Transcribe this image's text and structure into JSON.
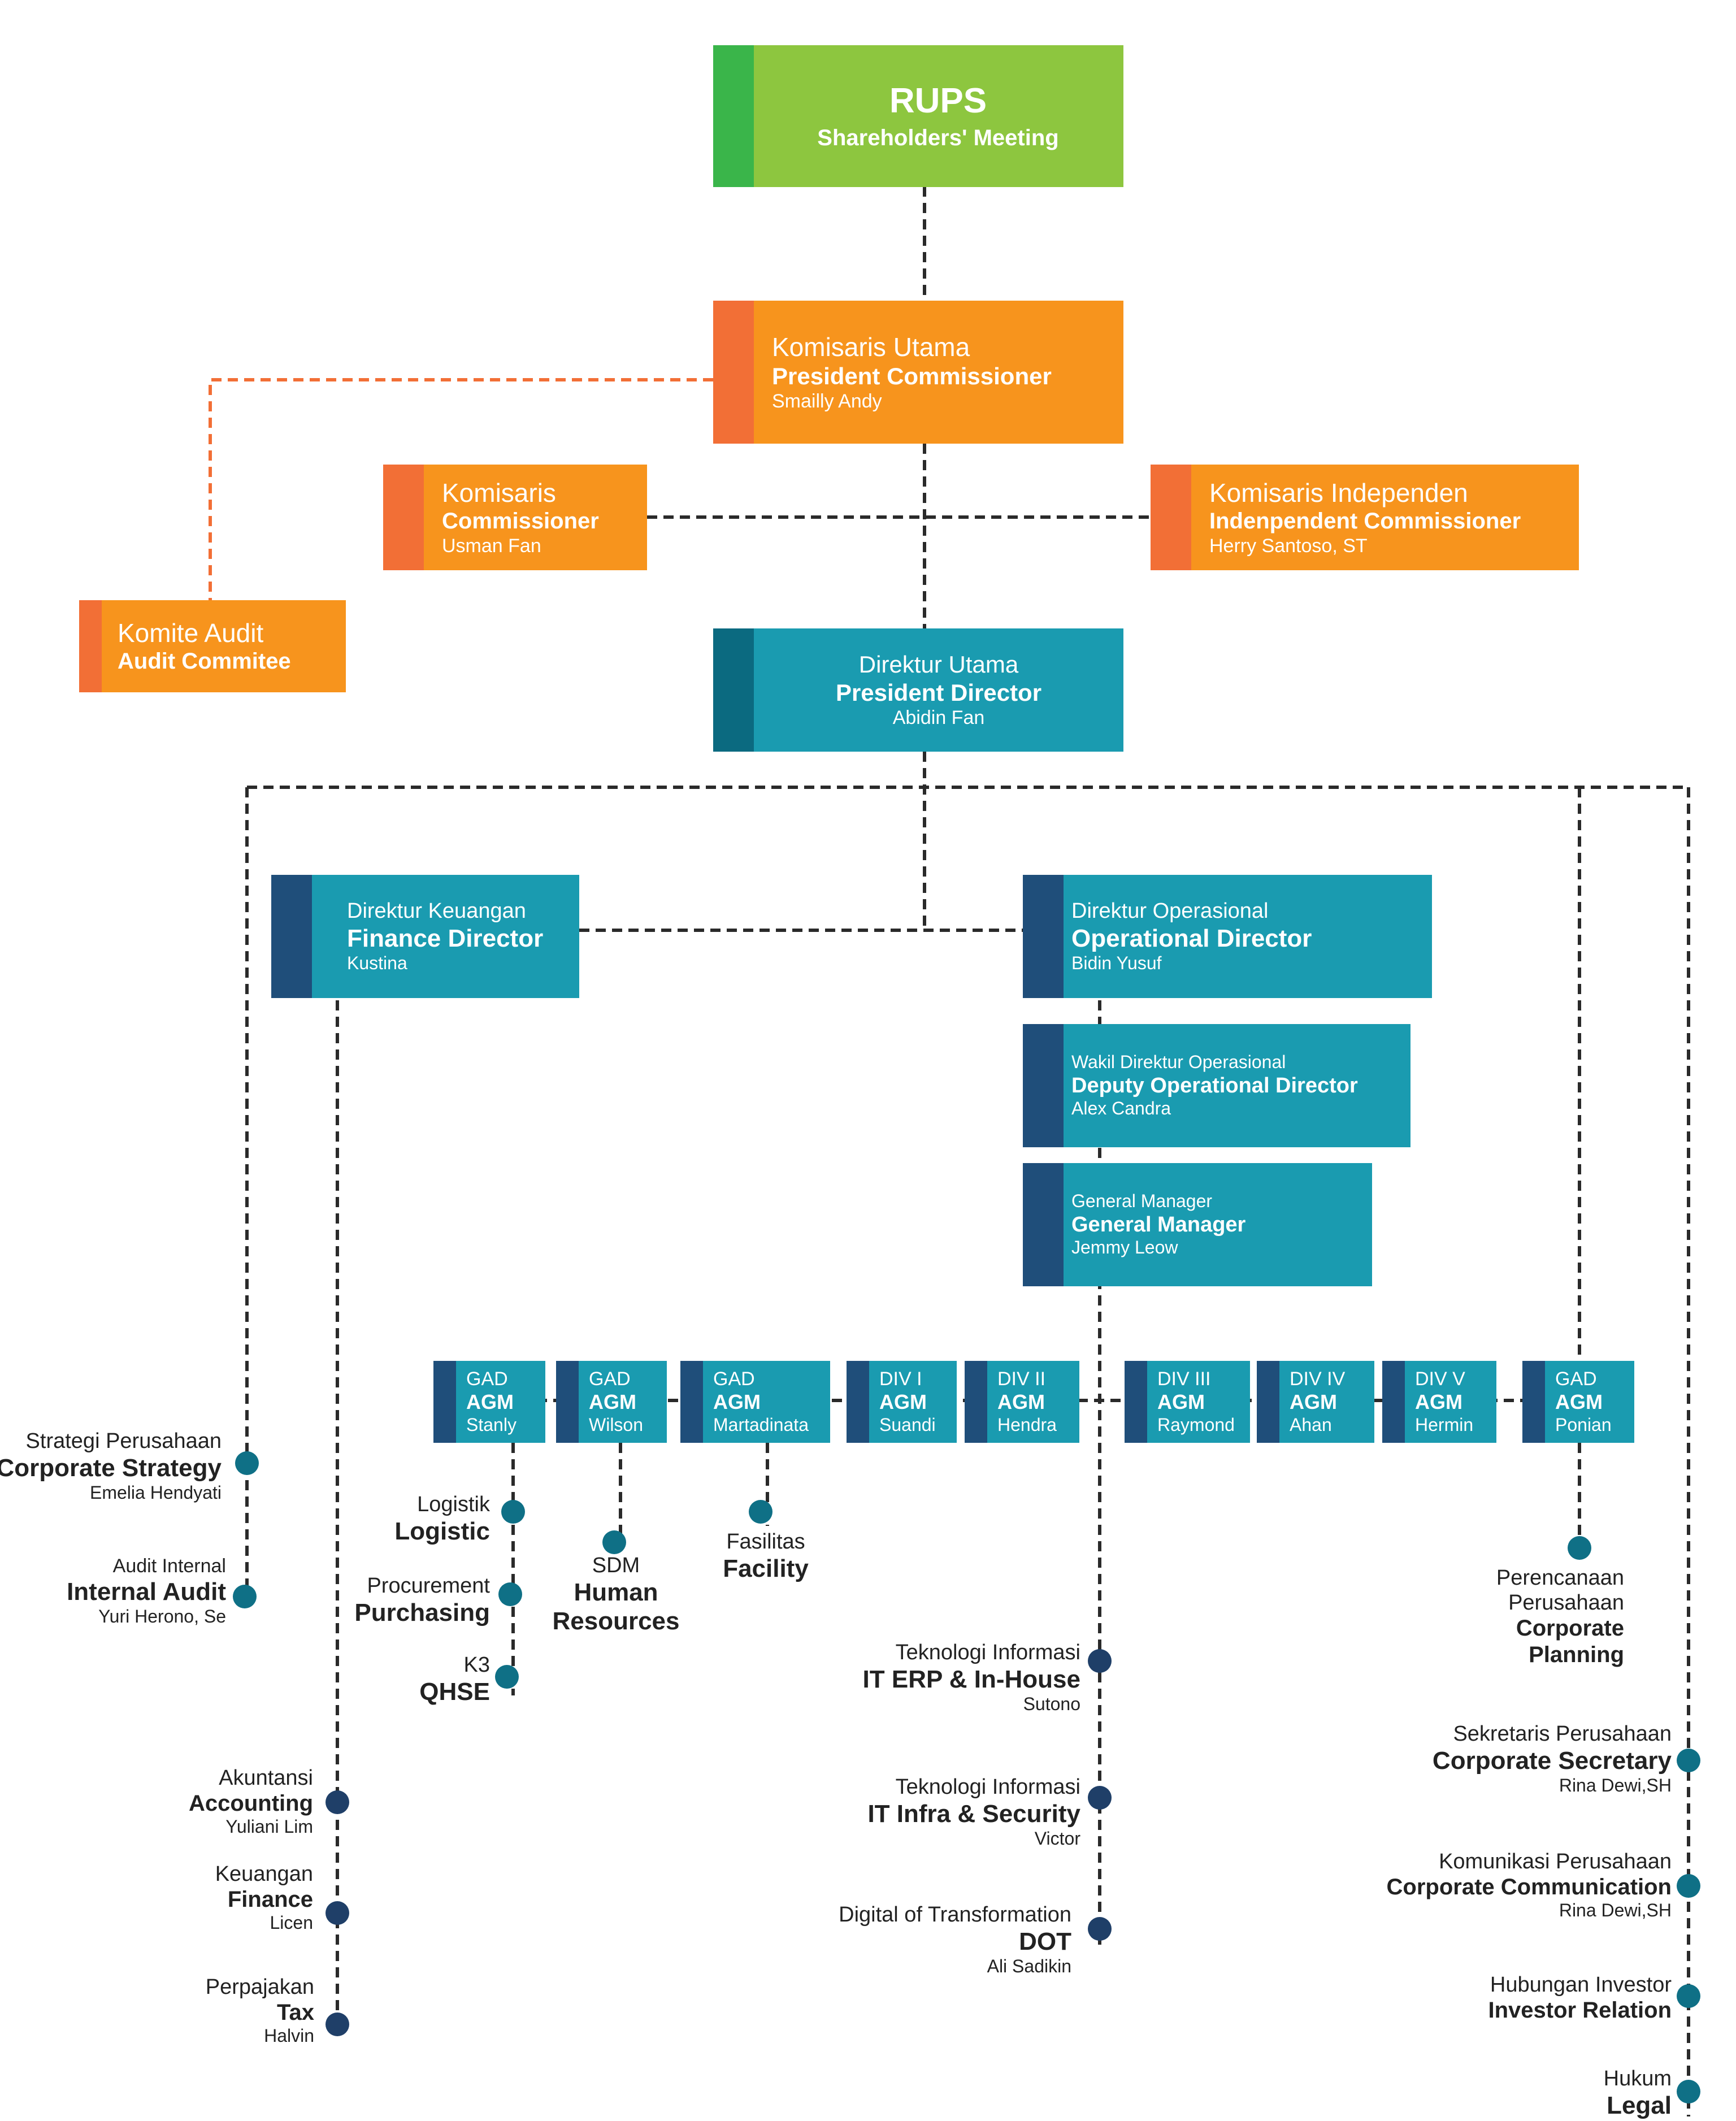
{
  "colors": {
    "green": "#8dc63f",
    "orange": "#f7941d",
    "teal": "#1a9bb0",
    "navy": "#1f4e7a",
    "dot_teal": "#0f7086",
    "dot_navy": "#1f3f68",
    "dash_orange": "#f26f36"
  },
  "rups": {
    "title": "RUPS",
    "subtitle": "Shareholders' Meeting"
  },
  "president_commissioner": {
    "role_id": "Komisaris Utama",
    "role_en": "President Commissioner",
    "name": "Smailly Andy"
  },
  "commissioner": {
    "role_id": "Komisaris",
    "role_en": "Commissioner",
    "name": "Usman Fan"
  },
  "independent_commissioner": {
    "role_id": "Komisaris Independen",
    "role_en": "Indenpendent Commissioner",
    "name": "Herry Santoso, ST"
  },
  "audit_committee": {
    "role_id": "Komite Audit",
    "role_en": "Audit Commitee"
  },
  "president_director": {
    "role_id": "Direktur Utama",
    "role_en": "President Director",
    "name": "Abidin Fan"
  },
  "finance_director": {
    "role_id": "Direktur Keuangan",
    "role_en": "Finance Director",
    "name": "Kustina"
  },
  "operational_director": {
    "role_id": "Direktur Operasional",
    "role_en": "Operational Director",
    "name": "Bidin Yusuf"
  },
  "deputy_operational_director": {
    "role_id": "Wakil Direktur Operasional",
    "role_en": "Deputy Operational Director",
    "name": "Alex Candra"
  },
  "general_manager": {
    "role_id": "General Manager",
    "role_en": "General Manager",
    "name": "Jemmy Leow"
  },
  "agm_units": [
    {
      "div": "GAD",
      "role": "AGM",
      "name": "Stanly"
    },
    {
      "div": "GAD",
      "role": "AGM",
      "name": "Wilson"
    },
    {
      "div": "GAD",
      "role": "AGM",
      "name": "Martadinata"
    },
    {
      "div": "DIV I",
      "role": "AGM",
      "name": "Suandi"
    },
    {
      "div": "DIV II",
      "role": "AGM",
      "name": "Hendra"
    },
    {
      "div": "DIV III",
      "role": "AGM",
      "name": "Raymond"
    },
    {
      "div": "DIV IV",
      "role": "AGM",
      "name": "Ahan"
    },
    {
      "div": "DIV V",
      "role": "AGM",
      "name": "Hermin"
    },
    {
      "div": "GAD",
      "role": "AGM",
      "name": "Ponian"
    }
  ],
  "units": {
    "strategy": {
      "sub": "Strategi Perusahaan",
      "main": "Corporate Strategy",
      "name": "Emelia Hendyati"
    },
    "internal_audit": {
      "sub": "Audit Internal",
      "main": "Internal Audit",
      "name": "Yuri Herono, Se"
    },
    "logistic": {
      "sub": "Logistik",
      "main": "Logistic"
    },
    "purchasing": {
      "sub": "Procurement",
      "main": "Purchasing"
    },
    "qhse": {
      "sub": "K3",
      "main": "QHSE"
    },
    "hr": {
      "sub": "SDM",
      "main1": "Human",
      "main2": "Resources"
    },
    "facility": {
      "sub": "Fasilitas",
      "main": "Facility"
    },
    "planning": {
      "sub1": "Perencanaan",
      "sub2": "Perusahaan",
      "main1": "Corporate",
      "main2": "Planning"
    },
    "it_erp": {
      "sub": "Teknologi Informasi",
      "main": "IT ERP & In-House",
      "name": "Sutono"
    },
    "it_infra": {
      "sub": "Teknologi Informasi",
      "main": "IT Infra & Security",
      "name": "Victor"
    },
    "dot": {
      "sub": "Digital of Transformation",
      "main": "DOT",
      "name": "Ali Sadikin"
    },
    "accounting": {
      "sub": "Akuntansi",
      "main": "Accounting",
      "name": "Yuliani Lim"
    },
    "finance": {
      "sub": "Keuangan",
      "main": "Finance",
      "name": "Licen"
    },
    "tax": {
      "sub": "Perpajakan",
      "main": "Tax",
      "name": "Halvin"
    },
    "secretary": {
      "sub": "Sekretaris Perusahaan",
      "main": "Corporate Secretary",
      "name": "Rina Dewi,SH"
    },
    "communication": {
      "sub": "Komunikasi Perusahaan",
      "main": "Corporate Communication",
      "name": "Rina Dewi,SH"
    },
    "investor": {
      "sub": "Hubungan Investor",
      "main": "Investor Relation"
    },
    "legal": {
      "sub": "Hukum",
      "main": "Legal"
    }
  }
}
